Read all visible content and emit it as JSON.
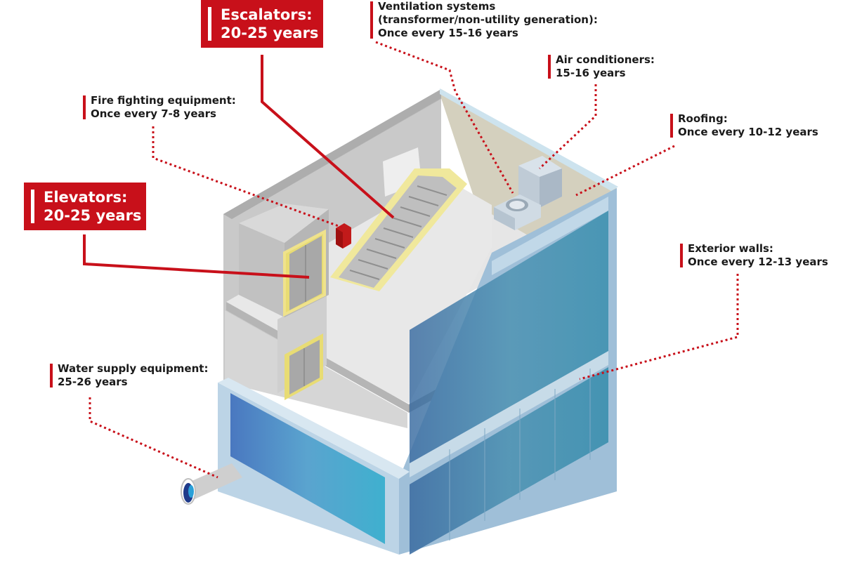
{
  "labels": {
    "escalators": {
      "lines": [
        "Escalators:",
        "20-25 years"
      ]
    },
    "ventilation": {
      "lines": [
        "Ventilation systems",
        "(transformer/non-utility generation):",
        "Once every 15-16 years"
      ]
    },
    "air_conditioners": {
      "lines": [
        "Air conditioners:",
        "15-16 years"
      ]
    },
    "fire_fighting": {
      "lines": [
        "Fire fighting equipment:",
        "Once every 7-8 years"
      ]
    },
    "roofing": {
      "lines": [
        "Roofing:",
        "Once every 10-12 years"
      ]
    },
    "elevators": {
      "lines": [
        "Elevators:",
        "20-25 years"
      ]
    },
    "exterior_walls": {
      "lines": [
        "Exterior walls:",
        "Once every 12-13 years"
      ]
    },
    "water_supply": {
      "lines": [
        "Water supply equipment:",
        "25-26 years"
      ]
    }
  },
  "colors": {
    "accent_red": "#c8101a",
    "glass_blue": "#4a8fb8",
    "facade_light_blue": "#a9c9de",
    "interior_gray": "#cfcfcf",
    "escalator_yellow": "#f2e27a"
  }
}
